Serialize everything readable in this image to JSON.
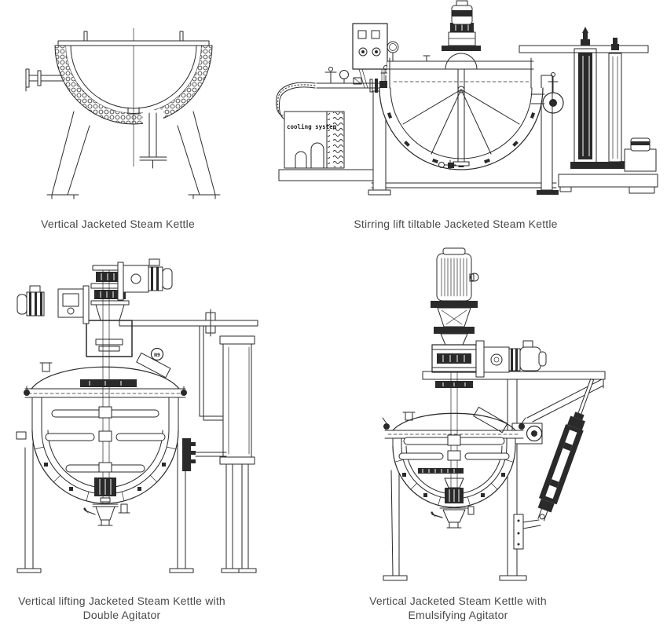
{
  "page": {
    "background": "#ffffff",
    "line_color": "#2a2a2a",
    "caption_color": "#4a4a4a"
  },
  "figures": [
    {
      "name": "vertical-jacketed-steam-kettle",
      "caption_lines": [
        "Vertical Jacketed Steam Kettle"
      ]
    },
    {
      "name": "stirring-lift-tiltable-jacketed-steam-kettle",
      "caption_lines": [
        "Stirring lift tiltable Jacketed Steam Kettle"
      ],
      "labels": {
        "cooling_system": "cooling system"
      }
    },
    {
      "name": "vertical-lifting-jacketed-steam-kettle-double-agitator",
      "caption_lines": [
        "Vertical lifting Jacketed Steam Kettle with",
        "Double Agitator"
      ],
      "labels": {
        "nozzle_tag": "N9"
      }
    },
    {
      "name": "vertical-jacketed-steam-kettle-emulsifying-agitator",
      "caption_lines": [
        "Vertical Jacketed Steam Kettle with",
        "Emulsifying Agitator"
      ]
    }
  ]
}
